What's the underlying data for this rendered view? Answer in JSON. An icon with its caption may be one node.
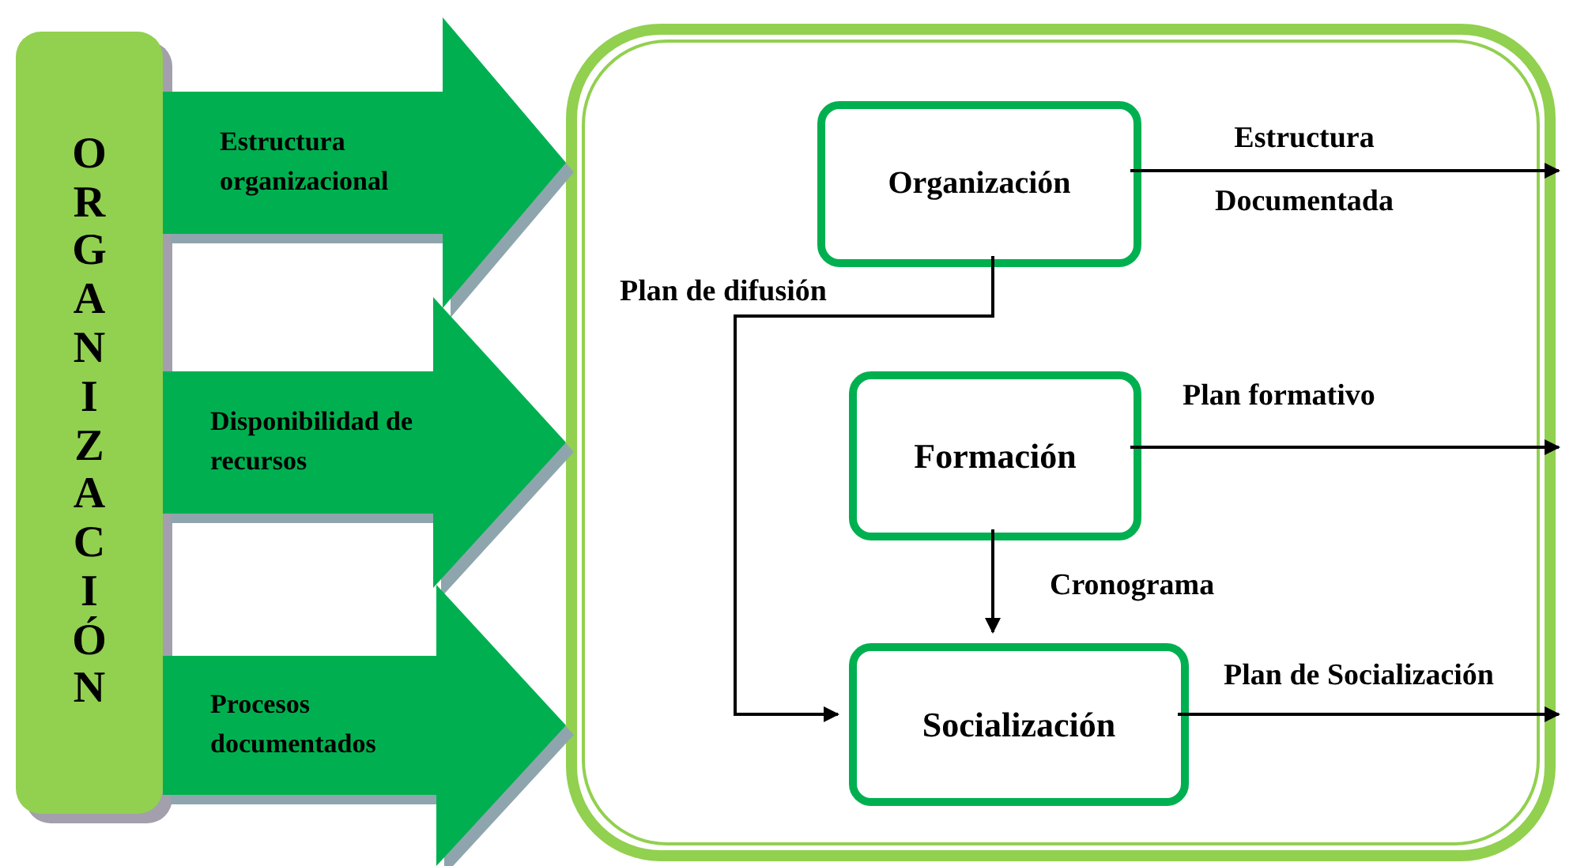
{
  "diagram": {
    "nodes": [
      {
        "text": [
          "ORGANIZACIÓN"
        ]
      },
      {
        "text": [],
        "shape": "box"
      },
      {
        "text": [
          "Organización"
        ],
        "in": 1
      },
      {
        "text": [
          "Formación"
        ],
        "in": 1
      },
      {
        "text": [
          "Socialización"
        ],
        "in": 1
      }
    ],
    "edges": [
      {
        "from": 0,
        "to": 1,
        "arrow": "to",
        "label": "Estructura organizacional",
        "style": "thick",
        "color": "#00b050"
      },
      {
        "from": 0,
        "to": 1,
        "arrow": "to",
        "label": "Disponibilidad de recursos",
        "style": "thick",
        "color": "#00b050"
      },
      {
        "from": 0,
        "to": 1,
        "arrow": "to",
        "label": "Procesos documentados",
        "style": "thick",
        "color": "#00b050"
      },
      {
        "from": 2,
        "to": null,
        "arrow": "to",
        "label": "Estructura Documentada"
      },
      {
        "from": 2,
        "to": 4,
        "arrow": "to",
        "label": "Plan de difusión"
      },
      {
        "from": 3,
        "to": null,
        "arrow": "to",
        "label": "Plan formativo"
      },
      {
        "from": 3,
        "to": 4,
        "arrow": "to",
        "label": "Cronograma"
      },
      {
        "from": 4,
        "to": null,
        "arrow": "to",
        "label": "Plan de Socialización"
      }
    ]
  }
}
